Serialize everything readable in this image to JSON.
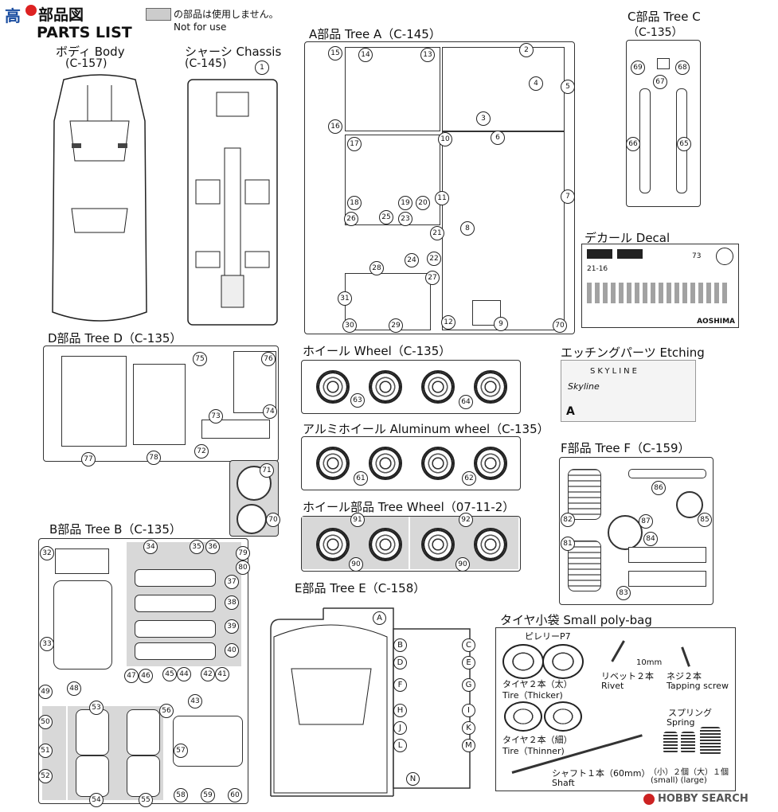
{
  "logo_text": "高",
  "header": {
    "title_jp": "部品図",
    "title_en": "PARTS LIST",
    "legend_jp": "の部品は使用しません。",
    "legend_en": "Not for use"
  },
  "sections": {
    "body": {
      "label": "ボディ Body",
      "code": "(C-157)"
    },
    "chassis": {
      "label": "シャーシ Chassis",
      "code": "(C-145)"
    },
    "tree_a": {
      "label": "A部品 Tree A（C-145）"
    },
    "tree_c": {
      "label": "C部品 Tree C",
      "code": "（C-135）"
    },
    "decal": {
      "label": "デカール Decal"
    },
    "tree_d": {
      "label": "D部品 Tree D（C-135）"
    },
    "wheel": {
      "label": "ホイール Wheel（C-135）"
    },
    "etching": {
      "label": "エッチングパーツ Etching"
    },
    "alu_wheel": {
      "label": "アルミホイール Aluminum wheel（C-135）"
    },
    "tree_f": {
      "label": "F部品 Tree F（C-159）"
    },
    "tree_wheel": {
      "label": "ホイール部品 Tree Wheel（07-11-2）"
    },
    "tree_b": {
      "label": "B部品 Tree B（C-135）"
    },
    "tree_e": {
      "label": "E部品 Tree E（C-158）"
    },
    "polybag": {
      "label": "タイヤ小袋 Small poly-bag"
    }
  },
  "polybag": {
    "pirelli": "ピレリーP7",
    "tire_thick_jp": "タイヤ２本（太）",
    "tire_thick_en": "Tire（Thicker)",
    "tire_thin_jp": "タイヤ２本（細）",
    "tire_thin_en": "Tire（Thinner)",
    "rivet_jp": "リベット２本",
    "rivet_en": "Rivet",
    "rivet_size": "10mm",
    "screw_jp": "ネジ２本",
    "screw_en": "Tapping screw",
    "spring_jp": "スプリング",
    "spring_en": "Spring",
    "spring_qty": "（小）２個（大）１個",
    "spring_sizes": "(small) (large)",
    "shaft_jp": "シャフト１本（60mm）",
    "shaft_en": "Shaft"
  },
  "decal": {
    "plate1": "21-16",
    "plate2": "73",
    "brand": "AOSHIMA"
  },
  "etching": {
    "text1": "SKYLINE",
    "text2": "Skyline",
    "brand_letter": "A"
  },
  "part_numbers": {
    "chassis": [
      "1"
    ],
    "tree_a": [
      "15",
      "14",
      "13",
      "2",
      "3",
      "4",
      "5",
      "16",
      "17",
      "18",
      "19",
      "20",
      "10",
      "6",
      "11",
      "7",
      "26",
      "25",
      "23",
      "21",
      "8",
      "28",
      "24",
      "22",
      "27",
      "31",
      "9",
      "12",
      "30",
      "29",
      "70"
    ],
    "tree_c": [
      "69",
      "68",
      "67",
      "66",
      "65"
    ],
    "tree_d": [
      "75",
      "76",
      "73",
      "74",
      "72",
      "71",
      "70",
      "77",
      "78"
    ],
    "wheel": [
      "63",
      "64"
    ],
    "alu": [
      "61",
      "62"
    ],
    "tree_wheel": [
      "91",
      "92",
      "90",
      "90"
    ],
    "tree_f": [
      "86",
      "82",
      "87",
      "85",
      "84",
      "81",
      "83"
    ],
    "tree_b": [
      "32",
      "34",
      "35",
      "36",
      "79",
      "80",
      "37",
      "38",
      "39",
      "40",
      "33",
      "47",
      "46",
      "45",
      "44",
      "42",
      "41",
      "43",
      "49",
      "48",
      "53",
      "56",
      "50",
      "57",
      "51",
      "52",
      "54",
      "55",
      "58",
      "59",
      "60"
    ],
    "tree_e": [
      "A",
      "B",
      "C",
      "D",
      "E",
      "F",
      "G",
      "H",
      "I",
      "J",
      "K",
      "L",
      "M",
      "N"
    ]
  },
  "footer": {
    "watermark": "HOBBY SEARCH"
  }
}
